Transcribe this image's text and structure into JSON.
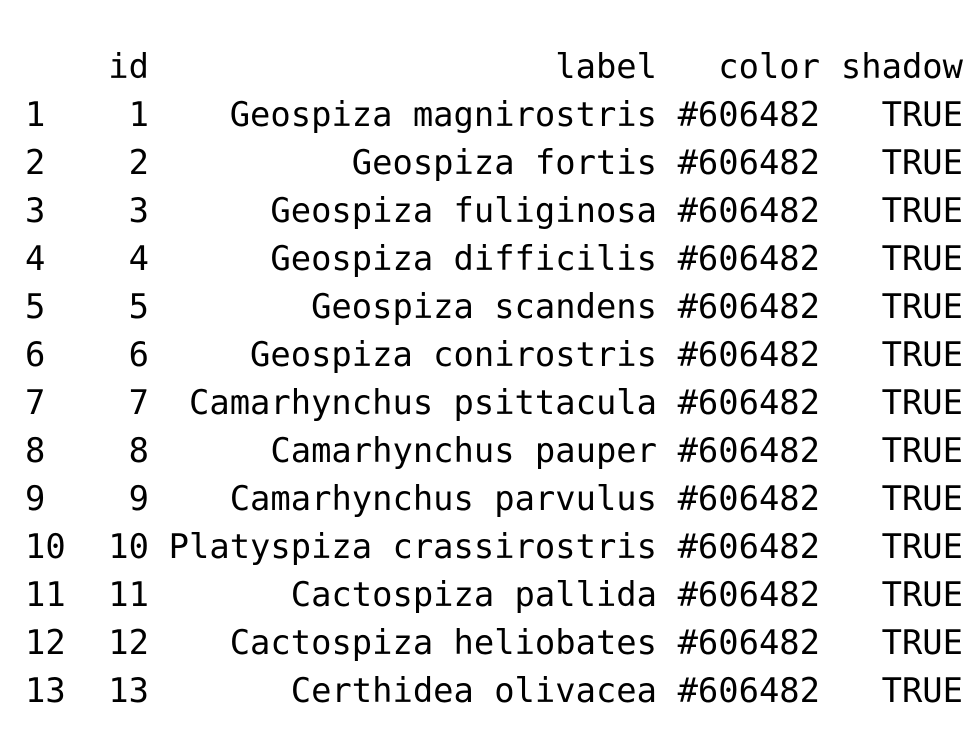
{
  "table": {
    "headers": {
      "rowname": "",
      "id": "id",
      "label": "label",
      "color": "color",
      "shadow": "shadow"
    },
    "rows": [
      {
        "rowname": "1",
        "id": "1",
        "label": "Geospiza magnirostris",
        "color": "#606482",
        "shadow": "TRUE"
      },
      {
        "rowname": "2",
        "id": "2",
        "label": "Geospiza fortis",
        "color": "#606482",
        "shadow": "TRUE"
      },
      {
        "rowname": "3",
        "id": "3",
        "label": "Geospiza fuliginosa",
        "color": "#606482",
        "shadow": "TRUE"
      },
      {
        "rowname": "4",
        "id": "4",
        "label": "Geospiza difficilis",
        "color": "#606482",
        "shadow": "TRUE"
      },
      {
        "rowname": "5",
        "id": "5",
        "label": "Geospiza scandens",
        "color": "#606482",
        "shadow": "TRUE"
      },
      {
        "rowname": "6",
        "id": "6",
        "label": "Geospiza conirostris",
        "color": "#606482",
        "shadow": "TRUE"
      },
      {
        "rowname": "7",
        "id": "7",
        "label": "Camarhynchus psittacula",
        "color": "#606482",
        "shadow": "TRUE"
      },
      {
        "rowname": "8",
        "id": "8",
        "label": "Camarhynchus pauper",
        "color": "#606482",
        "shadow": "TRUE"
      },
      {
        "rowname": "9",
        "id": "9",
        "label": "Camarhynchus parvulus",
        "color": "#606482",
        "shadow": "TRUE"
      },
      {
        "rowname": "10",
        "id": "10",
        "label": "Platyspiza crassirostris",
        "color": "#606482",
        "shadow": "TRUE"
      },
      {
        "rowname": "11",
        "id": "11",
        "label": "Cactospiza pallida",
        "color": "#606482",
        "shadow": "TRUE"
      },
      {
        "rowname": "12",
        "id": "12",
        "label": "Cactospiza heliobates",
        "color": "#606482",
        "shadow": "TRUE"
      },
      {
        "rowname": "13",
        "id": "13",
        "label": "Certhidea olivacea",
        "color": "#606482",
        "shadow": "TRUE"
      }
    ]
  }
}
